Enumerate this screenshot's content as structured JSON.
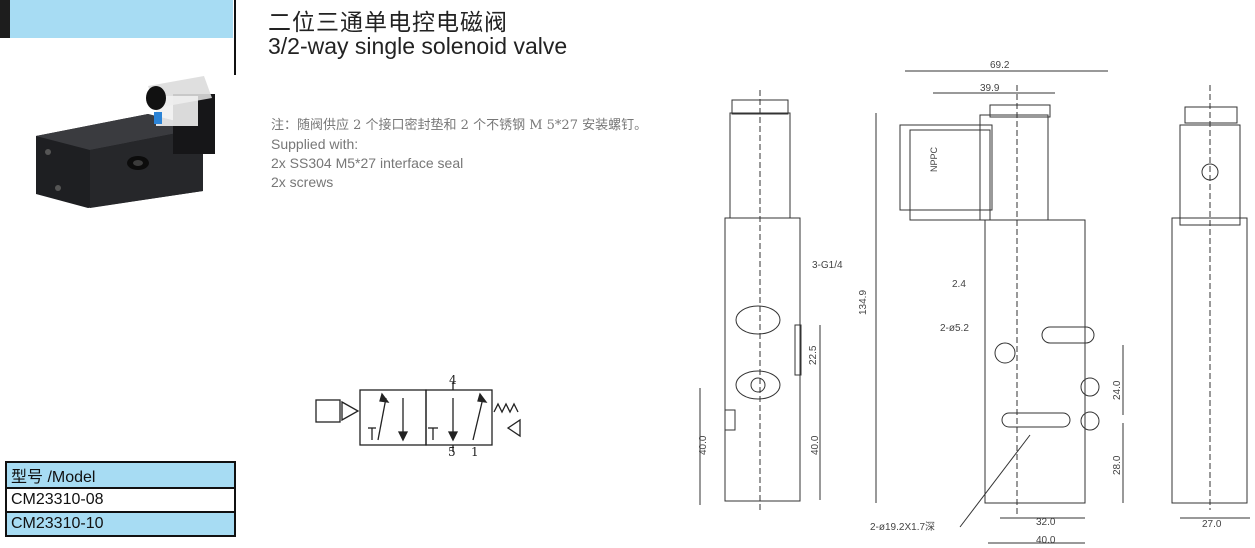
{
  "header": {
    "title_cn": "二位三通单电控电磁阀",
    "title_en": "3/2-way single solenoid valve"
  },
  "notes": {
    "line_cn": "注：随阀供应 2 个接口密封垫和 2 个不锈钢 M 5*27 安装螺钉。",
    "line1": "Supplied with:",
    "line2": "2x SS304 M5*27 interface seal",
    "line3": "2x screws"
  },
  "symbol": {
    "port_top": "4",
    "port_bottom_left": "5",
    "port_bottom_right": "1"
  },
  "model_table": {
    "header": "型号 /Model",
    "rows": [
      "CM23310-08",
      "CM23310-10"
    ]
  },
  "drawing": {
    "dims": {
      "d69_2": "69.2",
      "d39_9": "39.9",
      "d134_9": "134.9",
      "d2_4": "2.4",
      "d22_5": "22.5",
      "d40_left": "40.0",
      "d40_mid": "40.0",
      "d24": "24.0",
      "d28": "28.0",
      "d32": "32.0",
      "d40_bottom": "40.0",
      "d27": "27.0"
    },
    "labels": {
      "port": "3-G1/4",
      "hole": "2-ø5.2",
      "counterbore": "2-ø19.2X1.7深",
      "brand": "NPPC"
    }
  },
  "colors": {
    "accent": "#a7dcf3",
    "dark": "#1d1d1d"
  }
}
